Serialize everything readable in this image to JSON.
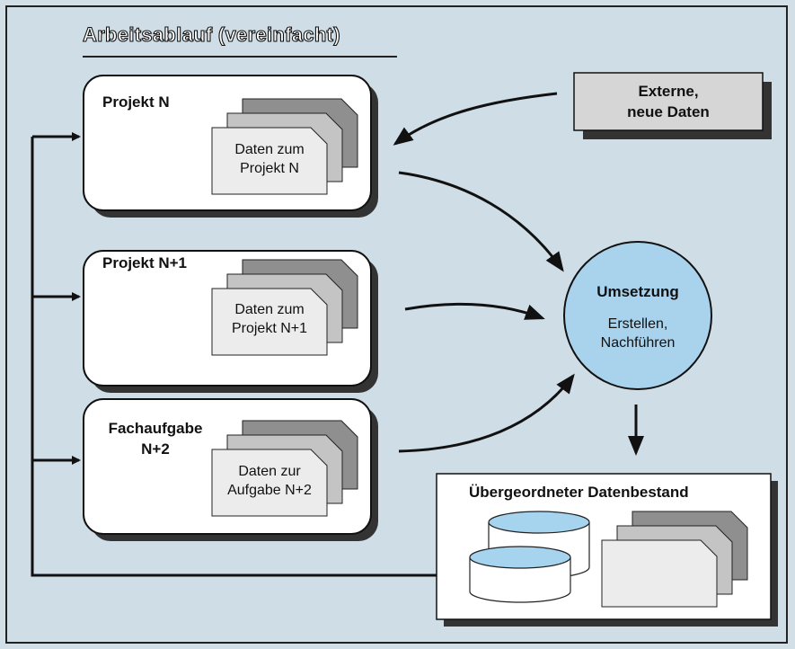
{
  "title": "Arbeitsablauf (vereinfacht)",
  "projects": [
    {
      "label": "Projekt N",
      "data_line1": "Daten zum",
      "data_line2": "Projekt N"
    },
    {
      "label": "Projekt N+1",
      "data_line1": "Daten zum",
      "data_line2": "Projekt N+1"
    },
    {
      "label_line1": "Fachaufgabe",
      "label_line2": "N+2",
      "data_line1": "Daten zur",
      "data_line2": "Aufgabe N+2"
    }
  ],
  "external": {
    "line1": "Externe,",
    "line2": "neue Daten"
  },
  "process": {
    "title": "Umsetzung",
    "line1": "Erstellen,",
    "line2": "Nachführen"
  },
  "database": {
    "title": "Übergeordneter Datenbestand"
  },
  "colors": {
    "background": "#cfdde6",
    "box_fill": "#ffffff",
    "shadow": "#333333",
    "sheet_back": "#8f8f8f",
    "sheet_mid": "#c4c4c4",
    "sheet_front": "#ececec",
    "circle_fill": "#a9d3ec",
    "cylinder_top": "#a6d4ef",
    "external_fill": "#d6d6d6"
  }
}
